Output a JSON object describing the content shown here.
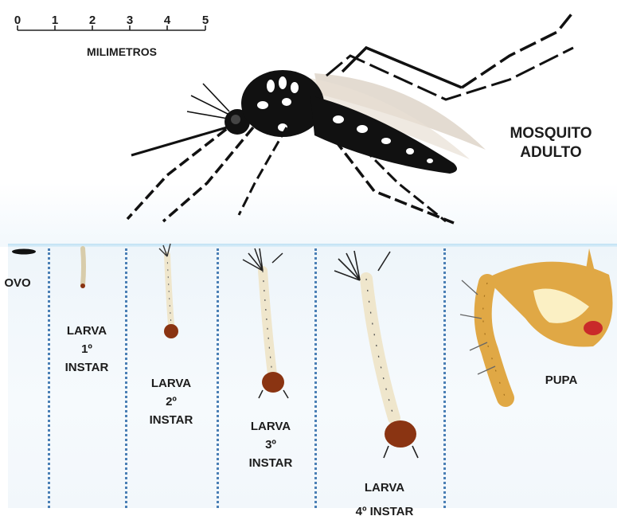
{
  "ruler": {
    "ticks": [
      "0",
      "1",
      "2",
      "3",
      "4",
      "5"
    ],
    "unit_label": "MILIMETROS"
  },
  "adult": {
    "line1": "MOSQUITO",
    "line2": "ADULTO"
  },
  "stages": {
    "egg": "OVO",
    "larva1": {
      "name": "LARVA",
      "number": "1º",
      "instar": "INSTAR"
    },
    "larva2": {
      "name": "LARVA",
      "number": "2º",
      "instar": "INSTAR"
    },
    "larva3": {
      "name": "LARVA",
      "number": "3º",
      "instar": "INSTAR"
    },
    "larva4": {
      "name": "LARVA",
      "instar": "4º INSTAR"
    },
    "pupa": "PUPA"
  },
  "colors": {
    "mosquito_body": "#111111",
    "mosquito_spots": "#ffffff",
    "larva_body": "#efe6cc",
    "larva_head": "#8a3412",
    "pupa_body": "#e0a845",
    "water": "#eef5fa",
    "divider": "#4a7fb5"
  }
}
